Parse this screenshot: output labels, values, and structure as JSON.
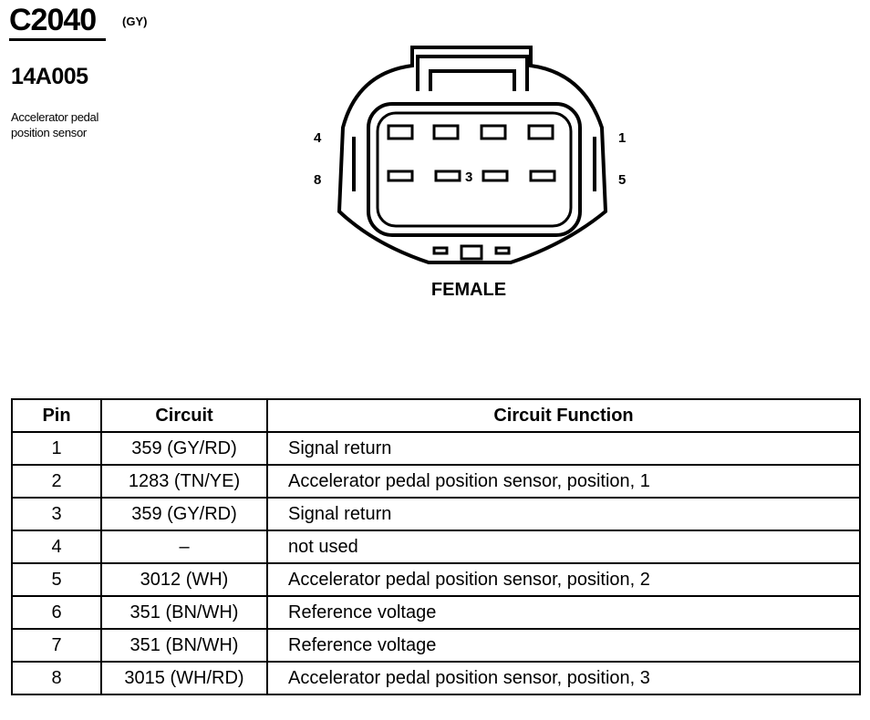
{
  "connector": {
    "id": "C2040",
    "color_code": "(GY)",
    "part_number": "14A005",
    "description_line1": "Accelerator pedal",
    "description_line2": "position sensor",
    "gender": "FEMALE",
    "pin_labels": {
      "top_left": "4",
      "top_right": "1",
      "bottom_left": "8",
      "bottom_right": "5",
      "center": "3"
    }
  },
  "table": {
    "headers": [
      "Pin",
      "Circuit",
      "Circuit Function"
    ],
    "rows": [
      {
        "pin": "1",
        "circuit": "359 (GY/RD)",
        "function": "Signal return"
      },
      {
        "pin": "2",
        "circuit": "1283 (TN/YE)",
        "function": "Accelerator pedal position sensor, position, 1"
      },
      {
        "pin": "3",
        "circuit": "359 (GY/RD)",
        "function": "Signal return"
      },
      {
        "pin": "4",
        "circuit": "–",
        "function": "not used"
      },
      {
        "pin": "5",
        "circuit": "3012 (WH)",
        "function": "Accelerator pedal position sensor, position, 2"
      },
      {
        "pin": "6",
        "circuit": "351 (BN/WH)",
        "function": "Reference voltage"
      },
      {
        "pin": "7",
        "circuit": "351 (BN/WH)",
        "function": "Reference voltage"
      },
      {
        "pin": "8",
        "circuit": "3015 (WH/RD)",
        "function": "Accelerator pedal position sensor, position, 3"
      }
    ]
  }
}
